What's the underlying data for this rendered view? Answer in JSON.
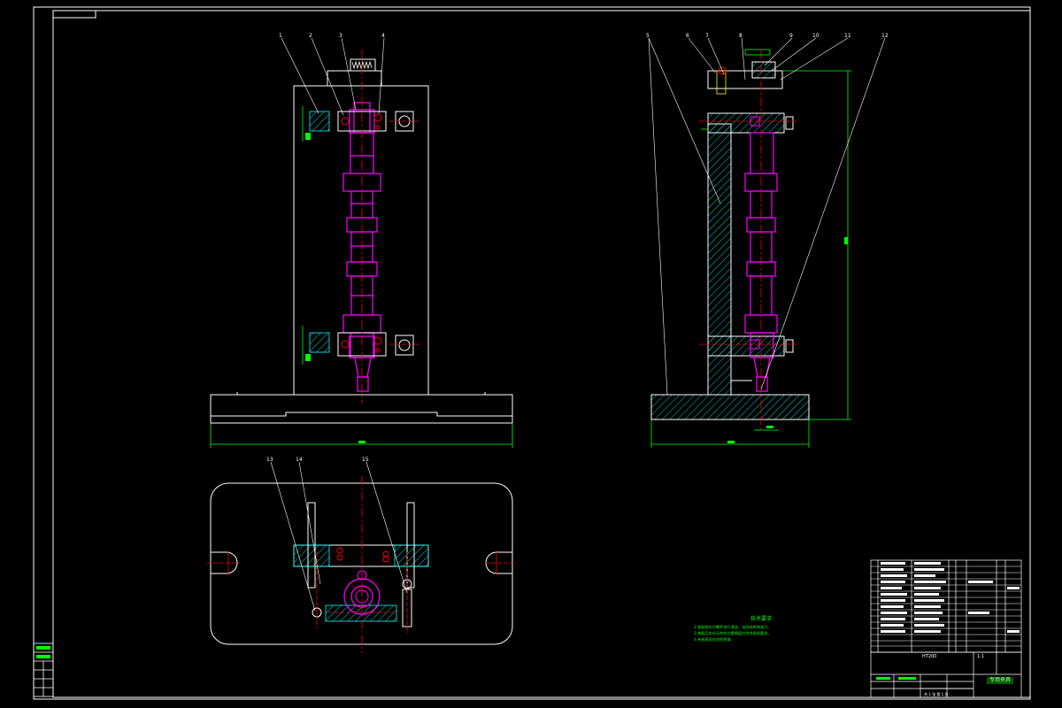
{
  "drawing": {
    "balloons_front": [
      "1",
      "2",
      "3",
      "4"
    ],
    "balloons_side": [
      "5",
      "6",
      "7",
      "8",
      "9",
      "10",
      "11",
      "12"
    ],
    "balloons_top": [
      "13",
      "14",
      "15"
    ]
  },
  "tech_requirements": {
    "title": "技术要求",
    "lines": [
      "1.装配前应对零件进行清洗，去除毛刺和油污。",
      "2.装配后定位元件的位置精度应符合图纸要求。",
      "3.夹具表面应涂防锈漆。"
    ]
  },
  "title_block": {
    "drawing_title": "专用夹具",
    "material": "HT200",
    "scale": "1:1",
    "sheet": "共 1 张 第 1 张"
  },
  "colors": {
    "outline": "#ffffff",
    "part": "#ff00ff",
    "hatch": "#00ffff",
    "dimension": "#00ff00",
    "centerline": "#ff0000",
    "fastener": "#ffff00"
  }
}
